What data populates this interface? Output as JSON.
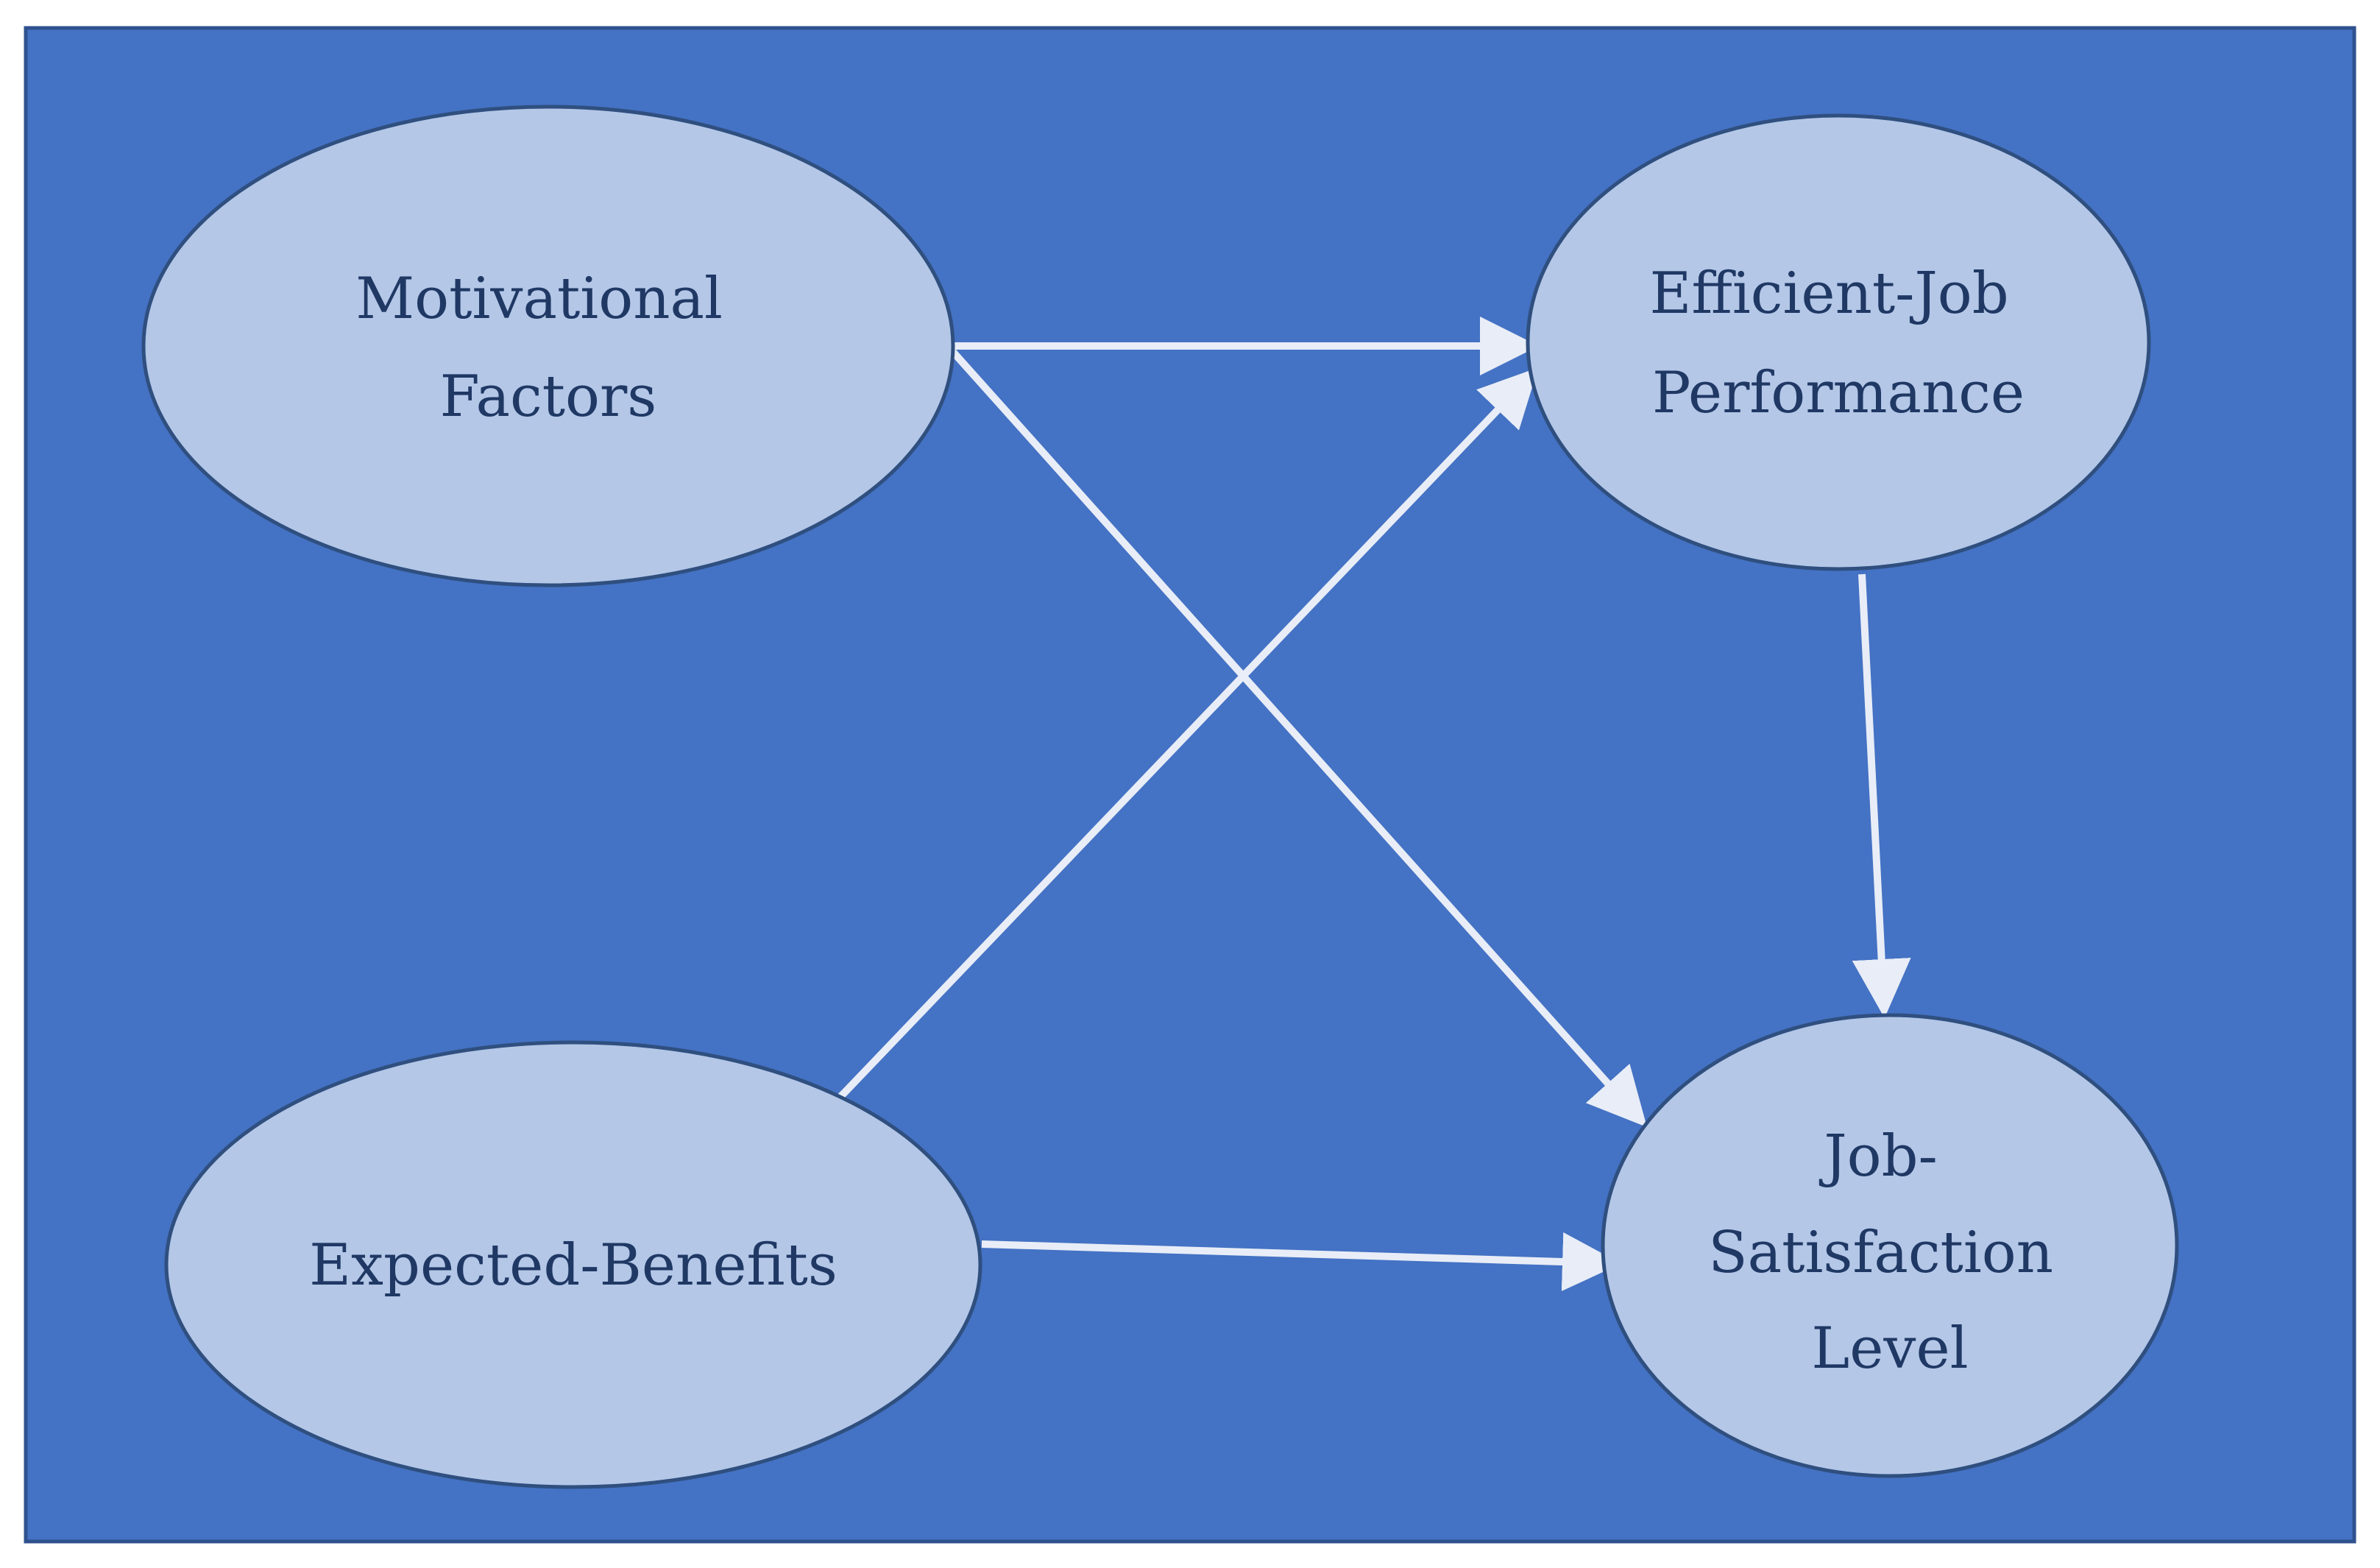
{
  "colors": {
    "background": "#4472c4",
    "frame_border": "#2f528f",
    "node_fill": "#b4c7e7",
    "node_stroke": "#2f4f7f",
    "arrow": "#e8edf7",
    "label_text": "#1f3864"
  },
  "nodes": {
    "motivational": {
      "lines": [
        "Motivational",
        "Factors"
      ]
    },
    "efficient": {
      "lines": [
        "Efficient-Job",
        "Performance"
      ]
    },
    "expected": {
      "lines": [
        "Expected-Benefits"
      ]
    },
    "satisfaction": {
      "lines": [
        "Job-",
        "Satisfaction",
        "Level"
      ]
    }
  },
  "edges": [
    {
      "from": "motivational",
      "to": "efficient"
    },
    {
      "from": "motivational",
      "to": "satisfaction"
    },
    {
      "from": "expected",
      "to": "efficient"
    },
    {
      "from": "expected",
      "to": "satisfaction"
    },
    {
      "from": "efficient",
      "to": "satisfaction"
    }
  ]
}
